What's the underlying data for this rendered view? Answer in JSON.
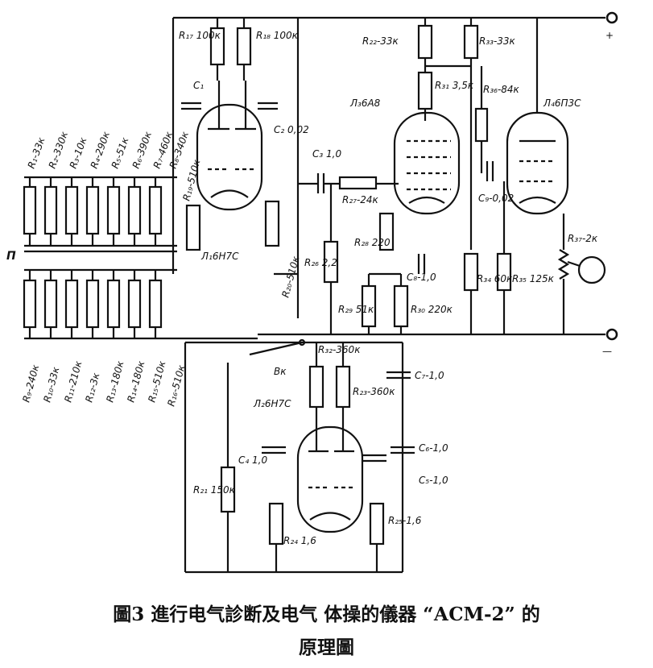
{
  "caption": {
    "line1": "圖3  進行电气診断及电气 体操的儀器 “АСМ-2” 的",
    "line2": "原理圖"
  },
  "terminals": {
    "plus": "+",
    "minus": "—",
    "switch": "П"
  },
  "tubes": {
    "l1": "Л₁6Н7С",
    "l2": "Л₂6Н7С",
    "l3": "Л₃6А8",
    "l4": "Л₄6П3С"
  },
  "resistors": {
    "r1": "R₁-33к",
    "r2": "R₂-330к",
    "r3": "R₃-10к",
    "r4": "R₄-290к",
    "r5": "R₅-51к",
    "r6": "R₆-390к",
    "r7": "R₇-460к",
    "r8": "R₈-340к",
    "r9": "R₉-240к",
    "r10": "R₁₀-33к",
    "r11": "R₁₁-210к",
    "r12": "R₁₂-3к",
    "r13": "R₁₃-180к",
    "r14": "R₁₄-180к",
    "r15": "R₁₅-510к",
    "r16": "R₁₆-510к",
    "r17": "R₁₇ 100к",
    "r18": "R₁₈ 100к",
    "r19": "R₁₉-510к",
    "r20": "R₂₀-510к",
    "r21": "R₂₁ 150к",
    "r22": "R₂₂-33к",
    "r23": "R₂₃-360к",
    "r24": "R₂₄ 1,6",
    "r25": "R₂₅-1,6",
    "r26": "R₂₆ 2,2",
    "r27": "R₂₇-24к",
    "r28": "R₂₈ 220",
    "r29": "R₂₉ 51к",
    "r30": "R₃₀ 220к",
    "r31": "R₃₁ 3,5к",
    "r32": "R₃₂-360к",
    "r33": "R₃₃-33к",
    "r34": "R₃₄ 60к",
    "r35": "R₃₅ 125к",
    "r36": "R₃₆-84к",
    "r37": "R₃₇-2к"
  },
  "capacitors": {
    "c1": "C₁",
    "c2": "C₂ 0,02",
    "c3": "C₃ 1,0",
    "c4": "C₄ 1,0",
    "c5": "C₅-1,0",
    "c6": "C₆-1,0",
    "c7": "C₇-1,0",
    "c8": "C₈-1,0",
    "c9": "C₉-0,02"
  },
  "misc": {
    "switch_bk": "Вк"
  }
}
